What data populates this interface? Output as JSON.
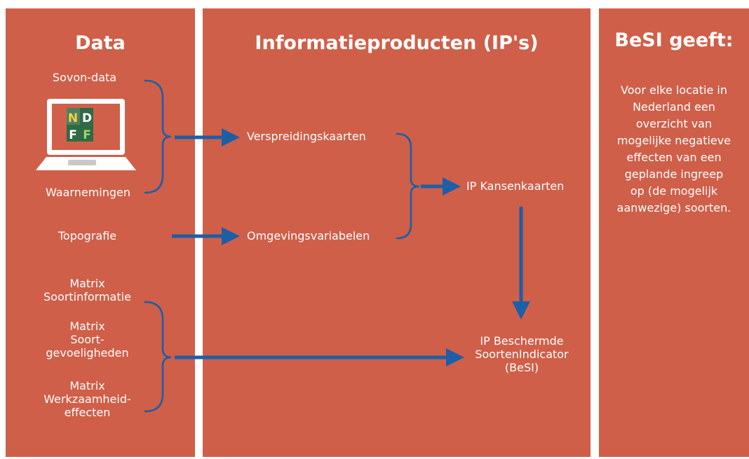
{
  "columns": {
    "data": {
      "heading": "Data"
    },
    "ip": {
      "heading": "Informatieproducten (IP's)"
    },
    "besi": {
      "heading": "BeSI geeft:",
      "lines": [
        "Voor elke locatie in",
        "Nederland een",
        "overzicht van",
        "mogelijke negatieve",
        "effecten van een",
        "geplande ingreep",
        "op (de mogelijk",
        "aanwezige) soorten."
      ]
    }
  },
  "inputs": {
    "sovon": "Sovon-data",
    "waarnemingen": "Waarnemingen",
    "topografie": "Topografie",
    "matrix1": [
      "Matrix",
      "Soortinformatie"
    ],
    "matrix2": [
      "Matrix",
      "Soort-",
      "gevoeligheden"
    ],
    "matrix3": [
      "Matrix",
      "Werkzaamheid-",
      "effecten"
    ]
  },
  "products": {
    "verspreiding": "Verspreidingskaarten",
    "omgeving": "Omgevingsvariabelen",
    "kansen": "IP Kansenkaarten",
    "besi": [
      "IP Beschermde",
      "SoortenIndicator",
      "(BeSI)"
    ]
  },
  "logo": {
    "letters": [
      "N",
      "D",
      "F",
      "F"
    ]
  },
  "colors": {
    "panel": "#cf5f49",
    "arrow": "#1d5fa6",
    "text": "#ffffff"
  }
}
